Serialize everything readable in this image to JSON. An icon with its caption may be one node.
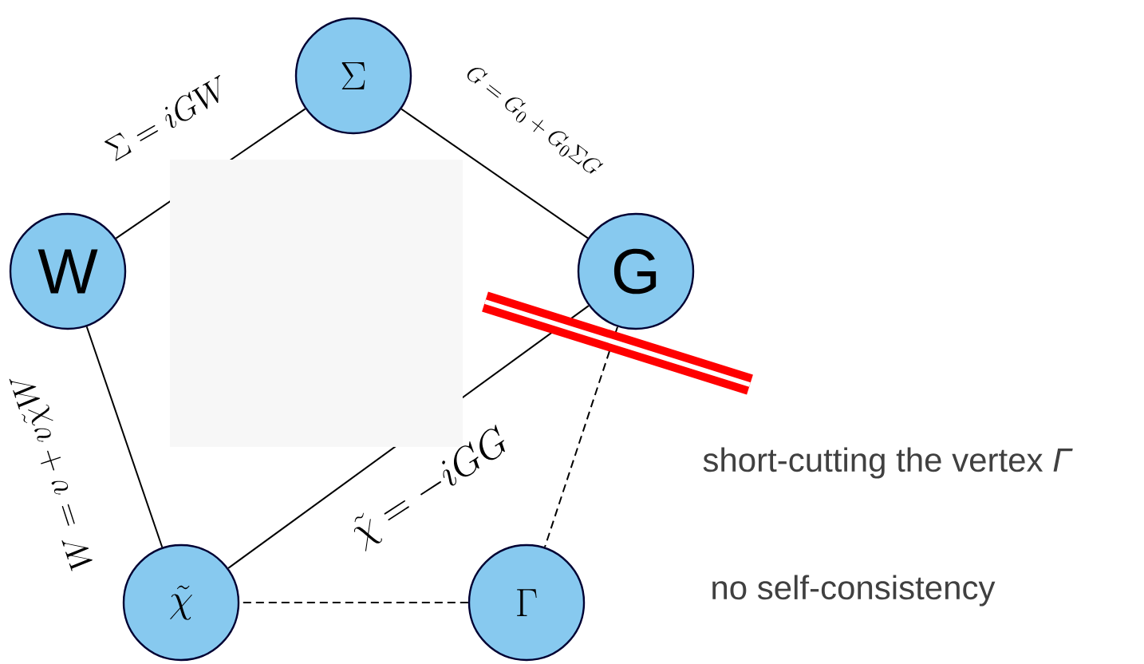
{
  "diagram": {
    "nodes": [
      {
        "text": [
          "\\Sigma"
        ]
      },
      {
        "text": [
          "\\mathrm{W}"
        ]
      },
      {
        "text": [
          "\\mathrm{G}"
        ]
      },
      {
        "text": [
          "\\tilde{\\chi}"
        ]
      },
      {
        "text": [
          "\\Gamma"
        ]
      }
    ],
    "edges": [
      {
        "from": 0,
        "to": 1,
        "arrow": "none",
        "label": "\\Sigma = iGW"
      },
      {
        "from": 0,
        "to": 2,
        "arrow": "none",
        "label": "G = G_0 + G_0 \\Sigma G"
      },
      {
        "from": 1,
        "to": 3,
        "arrow": "none",
        "label": "W = v + v\\tilde{\\chi}W"
      },
      {
        "from": 2,
        "to": 3,
        "arrow": "none",
        "label": "\\tilde{\\chi} = -iGG"
      },
      {
        "from": 2,
        "to": 4,
        "arrow": "none",
        "style": "dashed"
      },
      {
        "from": 4,
        "to": 3,
        "arrow": "none",
        "style": "dashed"
      }
    ],
    "labels": [
      "short-cutting the vertex *Γ*",
      "no self-consistency"
    ]
  }
}
